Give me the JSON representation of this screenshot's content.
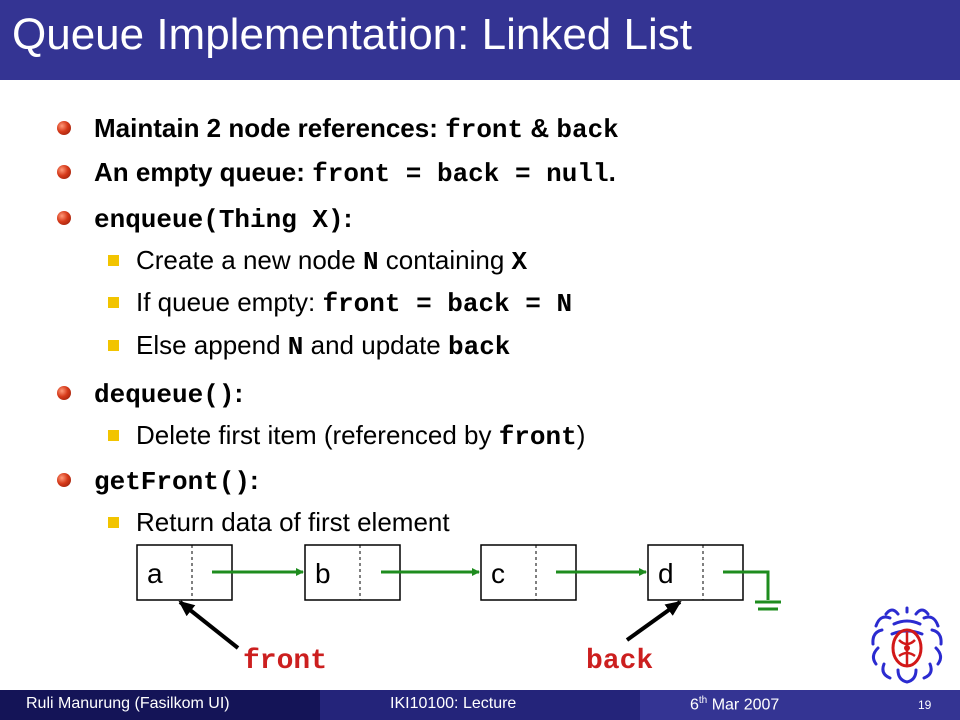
{
  "title": "Queue Implementation: Linked List",
  "bullets": {
    "maintain": {
      "text": "Maintain 2 node references: ",
      "code1": "front",
      "amp": " & ",
      "code2": "back"
    },
    "empty": {
      "text": "An empty queue: ",
      "code": "front = back = null",
      "tail": "."
    },
    "enqueue": {
      "code": "enqueue(Thing X)",
      "colon": ":"
    },
    "enqueue_sub": [
      {
        "pre": "Create a new node ",
        "c1": "N",
        "mid": " containing ",
        "c2": "X"
      },
      {
        "pre": "If queue empty: ",
        "c1": "front = back = N"
      },
      {
        "pre": "Else append ",
        "c1": "N",
        "mid": " and update ",
        "c2": "back"
      }
    ],
    "dequeue": {
      "code": "dequeue()",
      "colon": ":"
    },
    "dequeue_sub": {
      "pre": "Delete first item (referenced by ",
      "c1": "front",
      "post": ")"
    },
    "getfront": {
      "code": "getFront()",
      "colon": ":"
    },
    "getfront_sub": {
      "pre": "Return data of first element"
    }
  },
  "diagram": {
    "nodes": [
      "a",
      "b",
      "c",
      "d"
    ],
    "front_label": "front",
    "back_label": "back",
    "colors": {
      "arrow": "#1e8c1e",
      "pointer_text": "#cc1f1f",
      "pointer_arrow": "#000000"
    }
  },
  "footer": {
    "author": "Ruli Manurung (Fasilkom UI)",
    "course": "IKI10100: Lecture",
    "date_day": "6",
    "date_suffix": "th",
    "date_rest": " Mar 2007",
    "page": "19"
  },
  "colors": {
    "title_bar": "#343493",
    "footer_left": "#141457",
    "footer_mid": "#24247a",
    "footer_right": "#343493"
  }
}
